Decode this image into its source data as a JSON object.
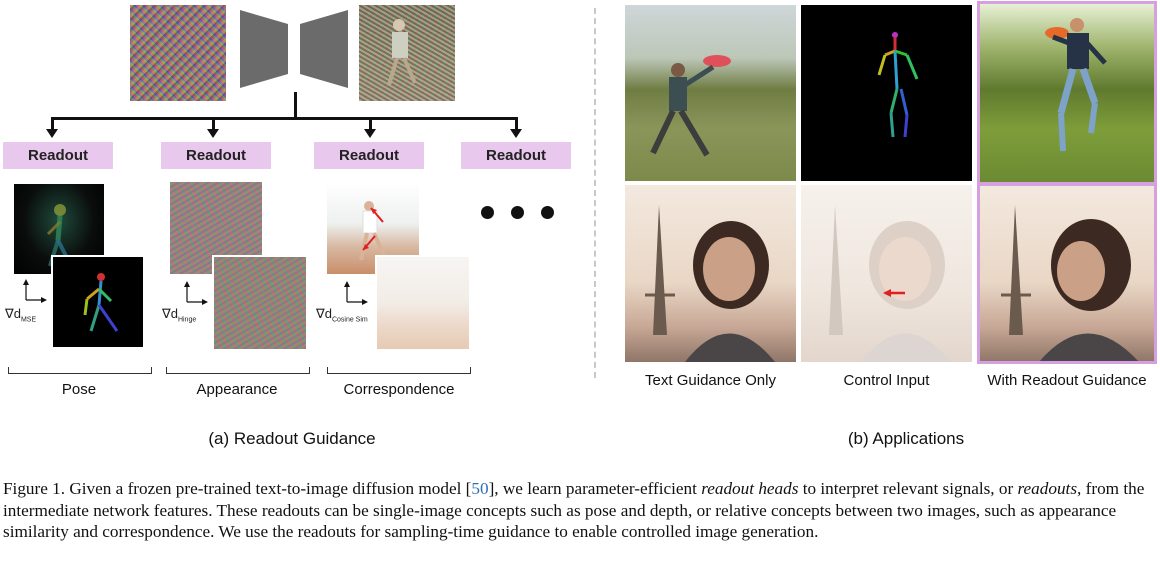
{
  "panel_a": {
    "readout_label": "Readout",
    "loss_symbol": "∇d",
    "loss_mse": "MSE",
    "loss_hinge": "Hinge",
    "loss_cosine": "Cosine Sim",
    "categories": [
      "Pose",
      "Appearance",
      "Correspondence"
    ],
    "caption": "(a) Readout Guidance"
  },
  "panel_b": {
    "columns": [
      "Text Guidance Only",
      "Control Input",
      "With Readout Guidance"
    ],
    "caption": "(b) Applications"
  },
  "figure_caption": {
    "part1": "Figure 1. Given a frozen pre-trained text-to-image diffusion model [",
    "cite": "50",
    "part2": "], we learn parameter-efficient ",
    "em1": "readout heads",
    "part3": " to interpret relevant signals, or ",
    "em2": "readouts",
    "part4": ", from the intermediate network features. These readouts can be single-image concepts such as pose and depth, or relative concepts between two images, such as appearance similarity and correspondence. We use the readouts for sampling-time guidance to enable controlled image generation."
  },
  "colors": {
    "readout_box": "#e8c8ec",
    "highlight_border": "#d59fe0",
    "citation": "#2a6fb7",
    "arrow_red": "#e02020"
  }
}
